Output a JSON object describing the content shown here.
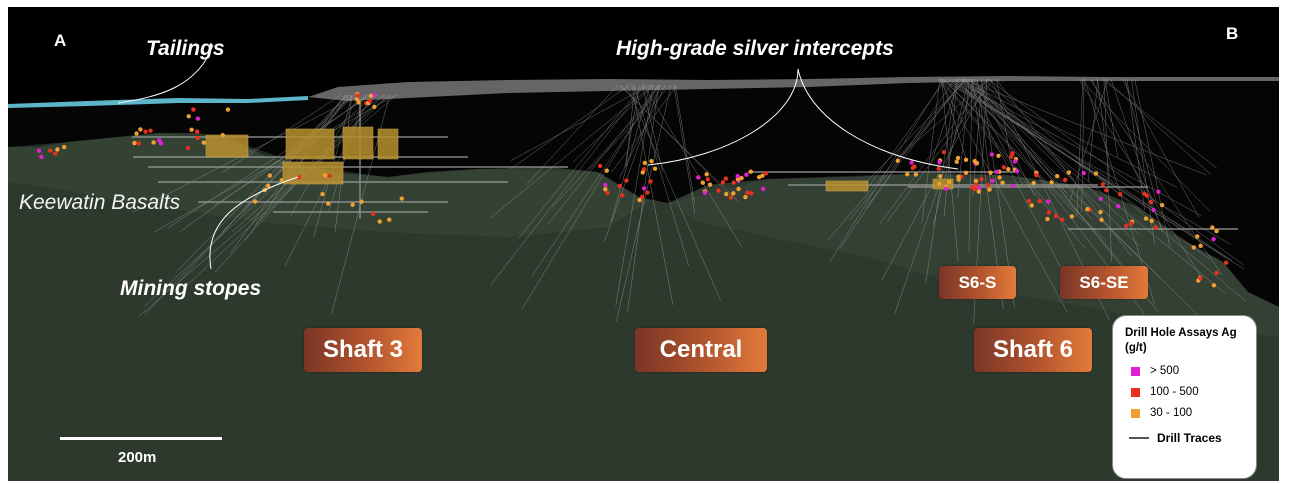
{
  "corners": {
    "left": "A",
    "right": "B"
  },
  "annotations": {
    "tailings": "Tailings",
    "silver_intercepts": "High-grade silver intercepts",
    "basalts": "Keewatin Basalts",
    "stopes": "Mining stopes"
  },
  "zones": {
    "shaft3": "Shaft 3",
    "central": "Central",
    "shaft6": "Shaft 6",
    "s6s": "S6-S",
    "s6se": "S6-SE"
  },
  "legend": {
    "title": "Drill Hole Assays Ag (g/t)",
    "items": [
      {
        "label": "> 500",
        "color": "#e020d0"
      },
      {
        "label": "100 - 500",
        "color": "#e83020"
      },
      {
        "label": "30 - 100",
        "color": "#f0a030"
      }
    ],
    "traces_label": "Drill Traces"
  },
  "scale_bar": {
    "label": "200m"
  },
  "colors": {
    "sky": "#000000",
    "ground": "#2e3a2e",
    "tailings": "#6fd4ec",
    "stope": "#b8902e",
    "drill_trace": "#bfbfbf"
  }
}
